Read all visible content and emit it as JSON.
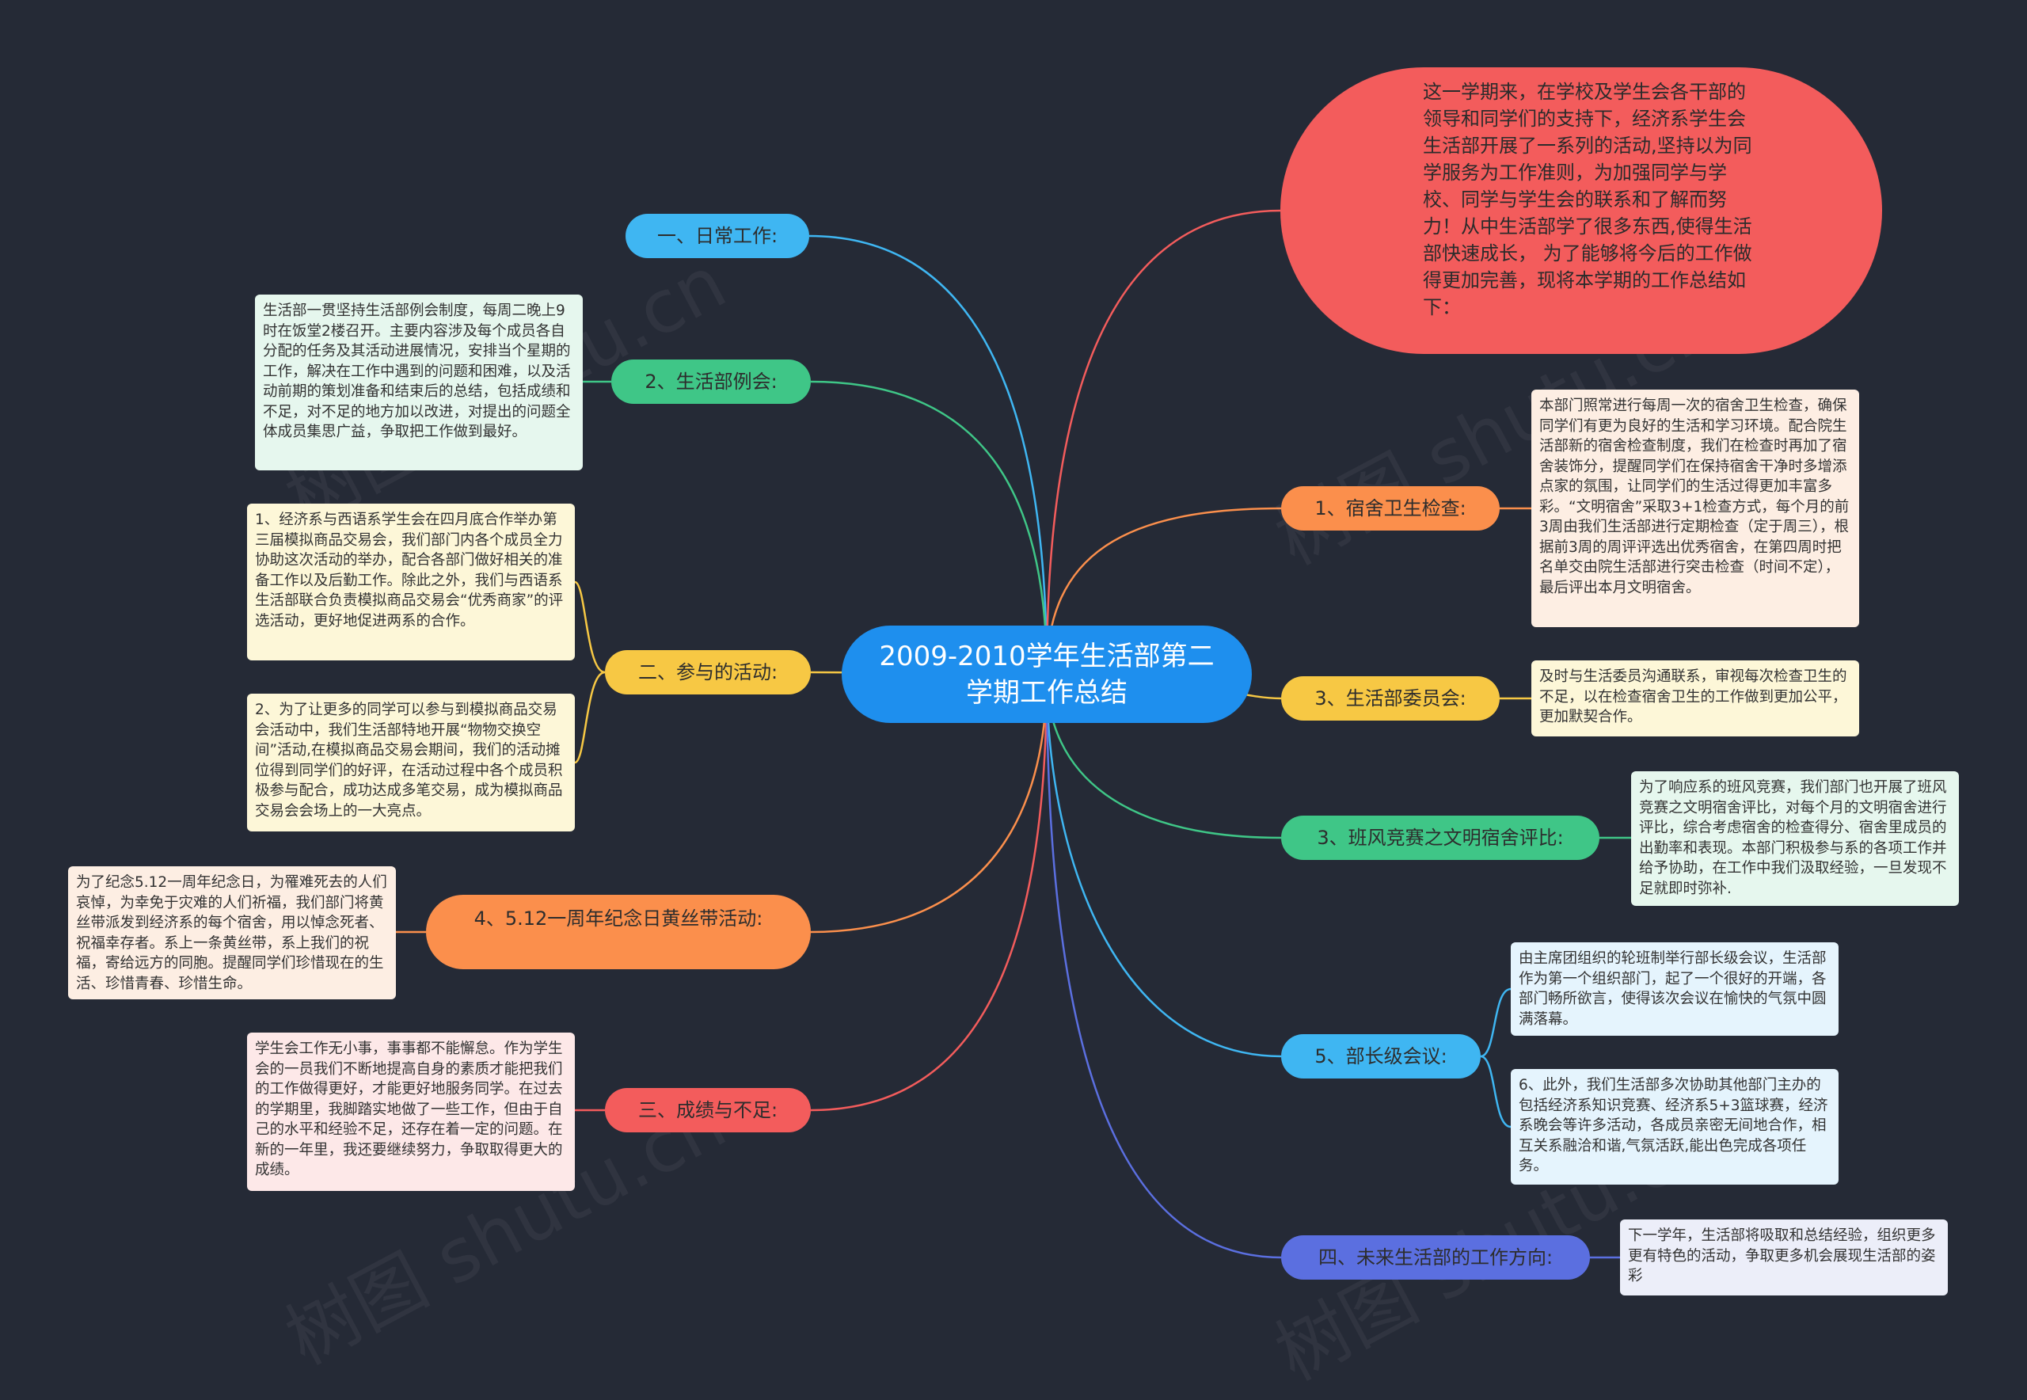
{
  "root": {
    "title": "2009-2010学年生活部第二学期工作总结"
  },
  "intro": {
    "text": "这一学期来，在学校及学生会各干部的领导和同学们的支持下，经济系学生会生活部开展了一系列的活动,坚持以为同学服务为工作准则，为加强同学与学校、同学与学生会的联系和了解而努力！从中生活部学了很多东西,使得生活部快速成长，  为了能够将今后的工作做得更加完善，现将本学期的工作总结如下："
  },
  "left": [
    {
      "label": "一、日常工作:",
      "color": "#3fb6f2"
    },
    {
      "label": "2、生活部例会:",
      "color": "#3fc687"
    },
    {
      "label": "二、参与的活动:",
      "color": "#f7c844"
    },
    {
      "label": "4、5.12一周年纪念日黄丝带活动:",
      "color": "#fb8f4c"
    },
    {
      "label": "三、成绩与不足:",
      "color": "#f35c5c"
    }
  ],
  "right": [
    {
      "label": "1、宿舍卫生检查:",
      "color": "#fb8f4c"
    },
    {
      "label": "3、生活部委员会:",
      "color": "#f7c844"
    },
    {
      "label": "3、班风竞赛之文明宿舍评比:",
      "color": "#3fc687"
    },
    {
      "label": "5、部长级会议:",
      "color": "#3fb6f2"
    },
    {
      "label": "四、未来生活部的工作方向:",
      "color": "#5b6fe0"
    }
  ],
  "boxes": {
    "meeting": "生活部一贯坚持生活部例会制度，每周二晚上9时在饭堂2楼召开。主要内容涉及每个成员各自分配的任务及其活动进展情况，安排当个星期的工作，解决在工作中遇到的问题和困难，以及活动前期的策划准备和结束后的总结，包括成绩和不足，对不足的地方加以改进，对提出的问题全体成员集思广益，争取把工作做到最好。",
    "activity1": "1、经济系与西语系学生会在四月底合作举办第三届模拟商品交易会，我们部门内各个成员全力协助这次活动的举办，配合各部门做好相关的准备工作以及后勤工作。除此之外，我们与西语系生活部联合负责模拟商品交易会“优秀商家”的评选活动，更好地促进两系的合作。",
    "activity2": "2、为了让更多的同学可以参与到模拟商品交易会活动中，我们生活部特地开展“物物交换空间”活动,在模拟商品交易会期间，我们的活动摊位得到同学们的好评，在活动过程中各个成员积极参与配合，成功达成多笔交易，成为模拟商品交易会会场上的一大亮点。",
    "ribbon": "为了纪念5.12一周年纪念日，为罹难死去的人们哀悼，为幸免于灾难的人们祈福，我们部门将黄丝带派发到经济系的每个宿舍，用以悼念死者、祝福幸存者。系上一条黄丝带，系上我们的祝福，寄给远方的同胞。提醒同学们珍惜现在的生活、珍惜青春、珍惜生命。",
    "achievement": "学生会工作无小事，事事都不能懈怠。作为学生会的一员我们不断地提高自身的素质才能把我们的工作做得更好，才能更好地服务同学。在过去的学期里，我脚踏实地做了一些工作，但由于自己的水平和经验不足，还存在着一定的问题。在新的一年里，我还要继续努力，争取取得更大的成绩。",
    "dorm": "本部门照常进行每周一次的宿舍卫生检查，确保同学们有更为良好的生活和学习环境。配合院生活部新的宿舍检查制度，我们在检查时再加了宿舍装饰分，提醒同学们在保持宿舍干净时多增添点家的氛围，让同学们的生活过得更加丰富多彩。“文明宿舍”采取3+1检查方式，每个月的前3周由我们生活部进行定期检查（定于周三），根据前3周的周评评选出优秀宿舍，在第四周时把名单交由院生活部进行突击检查（时间不定），最后评出本月文明宿舍。",
    "committee": "及时与生活委员沟通联系，审视每次检查卫生的不足，以在检查宿舍卫生的工作做到更加公平，更加默契合作。",
    "contest": "为了响应系的班风竞赛，我们部门也开展了班风竞赛之文明宿舍评比，对每个月的文明宿舍进行评比，综合考虑宿舍的检查得分、宿舍里成员的出勤率和表现。本部门积极参与系的各项工作并给予协助，在工作中我们汲取经验，一旦发现不足就即时弥补.",
    "minister1": "由主席团组织的轮班制举行部长级会议，生活部作为第一个组织部门，起了一个很好的开端，各部门畅所欲言，使得该次会议在愉快的气氛中圆满落幕。",
    "minister2": "6、此外，我们生活部多次协助其他部门主办的包括经济系知识竞赛、经济系5+3篮球赛，经济系晚会等许多活动，各成员亲密无间地合作，相互关系融洽和谐,气氛活跃,能出色完成各项任务。",
    "future": "下一学年，生活部将吸取和总结经验，组织更多更有特色的活动，争取更多机会展现生活部的姿彩"
  },
  "watermark": "树图 shutu.cn"
}
